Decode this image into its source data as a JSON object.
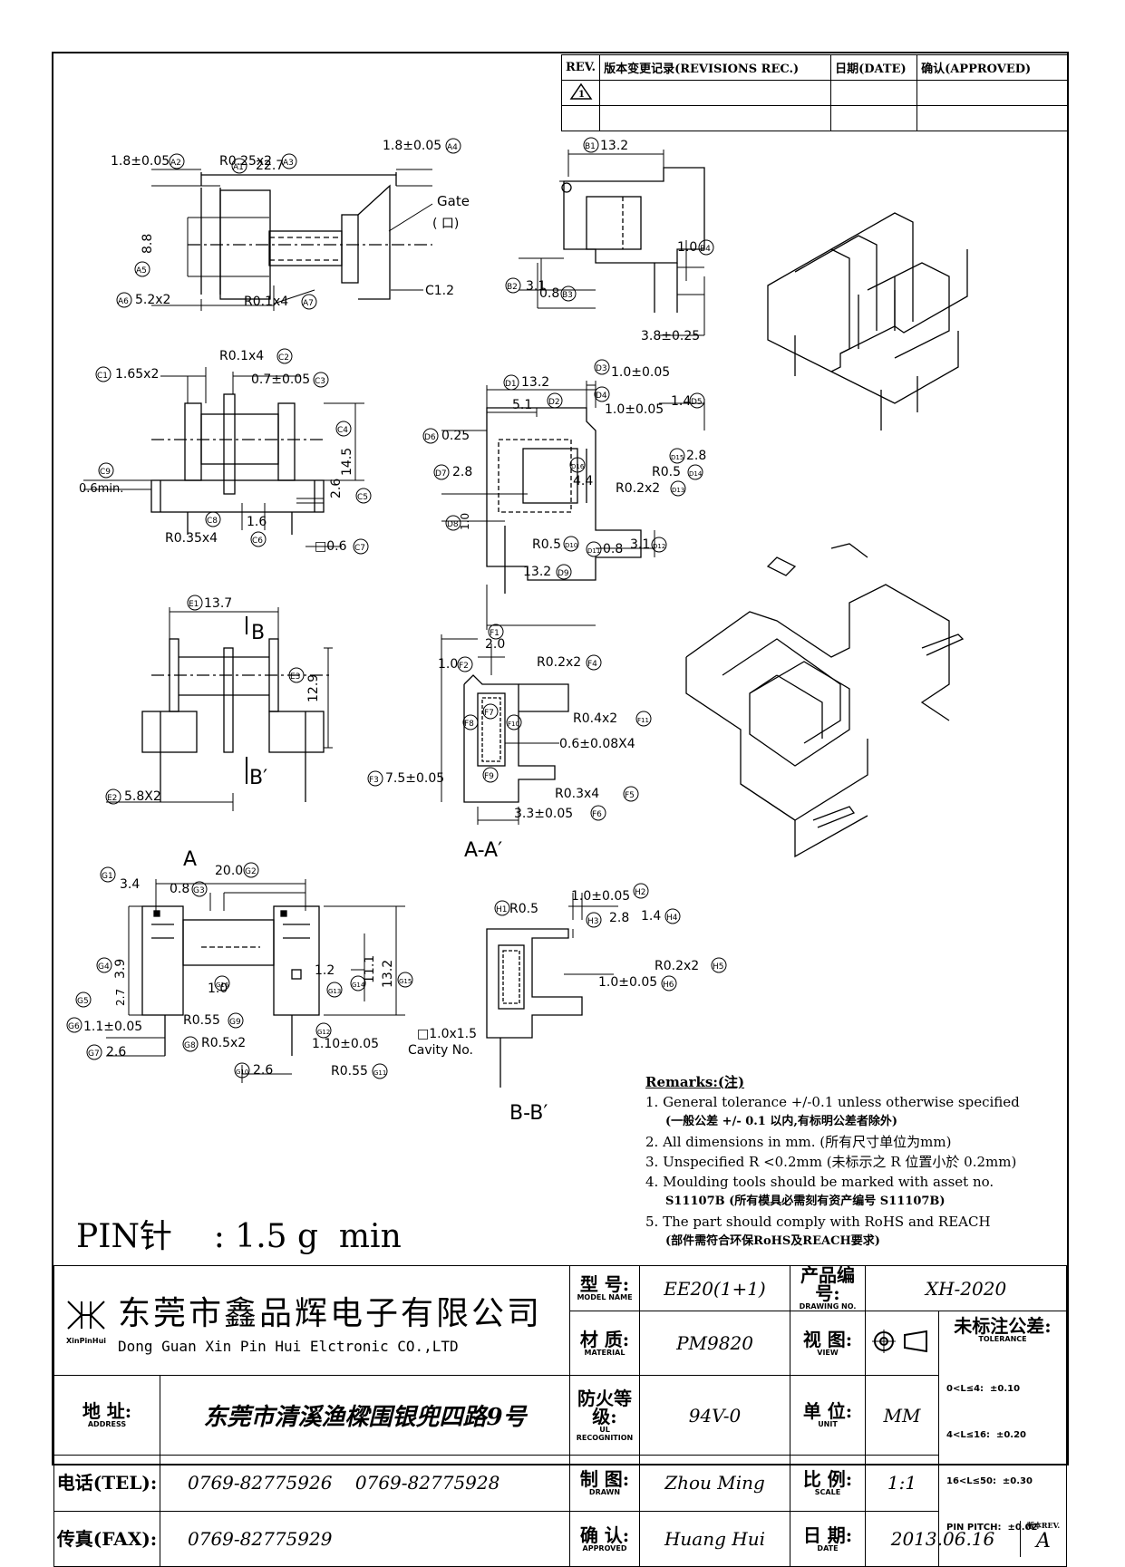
{
  "revision_table": {
    "headers": [
      "REV.",
      "版本变更记录(REVISIONS REC.)",
      "日期(DATE)",
      "确认(APPROVED)"
    ],
    "rev_symbol": "1"
  },
  "labels": {
    "a1": "A1",
    "a1v": "22.7",
    "a2": "A2",
    "a2v": "1.8±0.05",
    "a3": "A3",
    "a3v": "R0.25x2",
    "a4": "A4",
    "a4v": "1.8±0.05",
    "a5": "A5",
    "a5v": "8.8",
    "a6": "A6",
    "a6v": "5.2x2",
    "a7": "A7",
    "a7v": "R0.1x4",
    "c12": "C1.2",
    "gate": "Gate",
    "gate_mark": "(  口)",
    "b1": "B1",
    "b1v": "13.2",
    "b2": "B2",
    "b2v": "3.1",
    "b3": "B3",
    "b3v": "0.8",
    "b4": "B4",
    "b4v": "1.0",
    "b_pitch": "3.8±0.25",
    "c1": "C1",
    "c1v": "1.65x2",
    "c2": "C2",
    "c2v": "R0.1x4",
    "c3": "C3",
    "c3v": "0.7±0.05",
    "c4": "C4",
    "c4v": "14.5",
    "c5": "C5",
    "c5v": "2.6",
    "c6": "C6",
    "c6v": "1.6",
    "c7": "C7",
    "c7v": "□0.6",
    "c8": "C8",
    "c8v": "R0.35x4",
    "c9": "C9",
    "c9v": "0.6min.",
    "d1": "D1",
    "d1v": "13.2",
    "d2": "D2",
    "d2v": "5.1",
    "d3": "D3",
    "d3v": "1.0±0.05",
    "d4": "D4",
    "d4v": "1.0±0.05",
    "d5": "D5",
    "d5v": "1.4",
    "d6": "D6",
    "d6v": "0.25",
    "d7": "D7",
    "d7v": "2.8",
    "d8": "D8",
    "d8v": "1.0",
    "d9": "D9",
    "d9v": "13.2",
    "d10": "D10",
    "d10v": "R0.5",
    "d11": "D11",
    "d11v": "0.8",
    "d12": "D12",
    "d12v": "3.1",
    "d13": "D13",
    "d13v": "R0.2x2",
    "d14": "D14",
    "d14v": "R0.5",
    "d15": "D15",
    "d15v": "2.8",
    "d16": "D16",
    "d16v": "4.4",
    "e1": "E1",
    "e1v": "13.7",
    "e2": "E2",
    "e2v": "5.8X2",
    "e3": "E3",
    "e3v": "12.9",
    "sec_b": "B",
    "sec_b2": "B′",
    "f1": "F1",
    "f1v": "2.0",
    "f2": "F2",
    "f2v": "1.0",
    "f3": "F3",
    "f3v": "7.5±0.05",
    "f4": "F4",
    "f4v": "R0.2x2",
    "f5": "F5",
    "f5v": "R0.3x4",
    "f6": "F6",
    "f6v": "3.3±0.05",
    "f7": "F7",
    "f8": "F8",
    "f9": "F9",
    "f10": "F10",
    "f11": "F11",
    "f11v": "R0.4x2",
    "f_pitch": "0.6±0.08X4",
    "aa": "A-A′",
    "sec_a": "A",
    "g1": "G1",
    "g1v": "3.4",
    "g2": "G2",
    "g2v": "20.0",
    "g3": "G3",
    "g3v": "0.8",
    "g4": "G4",
    "g4v": "3.9",
    "g5": "G5",
    "g5v": "2.7",
    "g6": "G6",
    "g6v": "1.1±0.05",
    "g7": "G7",
    "g7v": "2.6",
    "g8": "G8",
    "g8v": "R0.5x2",
    "g9": "G9",
    "g9v": "R0.55",
    "g10": "G10",
    "g10v": "2.6",
    "g11": "G11",
    "g11v": "R0.55",
    "g12": "G12",
    "g12v": "1.10±0.05",
    "g13": "G13",
    "g13v": "1.2",
    "g14": "G14",
    "g14v": "11.1",
    "g15": "G15",
    "g15v": "13.2",
    "g16": "G16",
    "g16v": "1.0",
    "cavity": "□1.0x1.5",
    "cavity2": "Cavity No.",
    "h1": "H1",
    "h1v": "R0.5",
    "h2": "H2",
    "h2v": "1.0±0.05",
    "h3": "H3",
    "h3v": "2.8",
    "h4": "H4",
    "h4v": "1.4",
    "h5": "H5",
    "h5v": "R0.2x2",
    "h6": "H6",
    "h6v": "1.0±0.05",
    "bb": "B-B′"
  },
  "remarks": {
    "title": "Remarks:(注)",
    "r1": "1. General tolerance +/-0.1 unless otherwise specified",
    "r1cn": "(一般公差 +/- 0.1 以内,有标明公差者除外)",
    "r2": "2. All dimensions in mm. (所有尺寸单位为mm)",
    "r3": "3. Unspecified R <0.2mm (未标示之 R 位置小於 0.2mm)",
    "r4": "4. Moulding tools should be marked with asset no.",
    "r4b": "S11107B (所有模具必需刻有资产编号 S11107B)",
    "r5": "5. The part should comply with RoHS and REACH",
    "r5cn": "(部件需符合环保RoHS及REACH要求)"
  },
  "pin_note": "PIN针    : 1.5 g  min",
  "title_block": {
    "company_cn": "东莞市鑫品辉电子有限公司",
    "company_en": "Dong Guan Xin Pin Hui Elctronic CO.,LTD",
    "logo_text": "XinPinHui",
    "address_label": "地  址:",
    "address_sub": "ADDRESS",
    "address": "东莞市清溪渔樑围银兜四路9号",
    "tel_label": "电话(TEL):",
    "tel": "0769-82775926    0769-82775928",
    "fax_label": "传真(FAX):",
    "fax": "0769-82775929",
    "model_label": "型  号:",
    "model_sub": "MODEL NAME",
    "model": "EE20(1+1)",
    "material_label": "材  质:",
    "material_sub": "MATERIAL",
    "material": "PM9820",
    "ul_label": "防火等级:",
    "ul_sub": "UL RECOGNITION",
    "ul": "94V-0",
    "drawn_label": "制  图:",
    "drawn_sub": "DRAWN",
    "drawn": "Zhou Ming",
    "approved_label": "确  认:",
    "approved_sub": "APPROVED",
    "approved": "Huang Hui",
    "drawing_no_label": "产品编号:",
    "drawing_no_sub": "DRAWING NO.",
    "drawing_no": "XH-2020",
    "view_label": "视  图:",
    "view_sub": "VIEW",
    "unit_label": "单  位:",
    "unit_sub": "UNIT",
    "unit": "MM",
    "scale_label": "比  例:",
    "scale_sub": "SCALE",
    "scale": "1:1",
    "date_label": "日  期:",
    "date_sub": "DATE",
    "date": "2013.06.16",
    "tol_label": "未标注公差:",
    "tol_sub": "TOLERANCE",
    "tol1": "0<L≤4:  ±0.10",
    "tol2": "4<L≤16:  ±0.20",
    "tol3": "16<L≤50:  ±0.30",
    "tol4": "PIN PITCH:  ±0.02",
    "rev_label": "版本REV.",
    "rev": "A"
  }
}
